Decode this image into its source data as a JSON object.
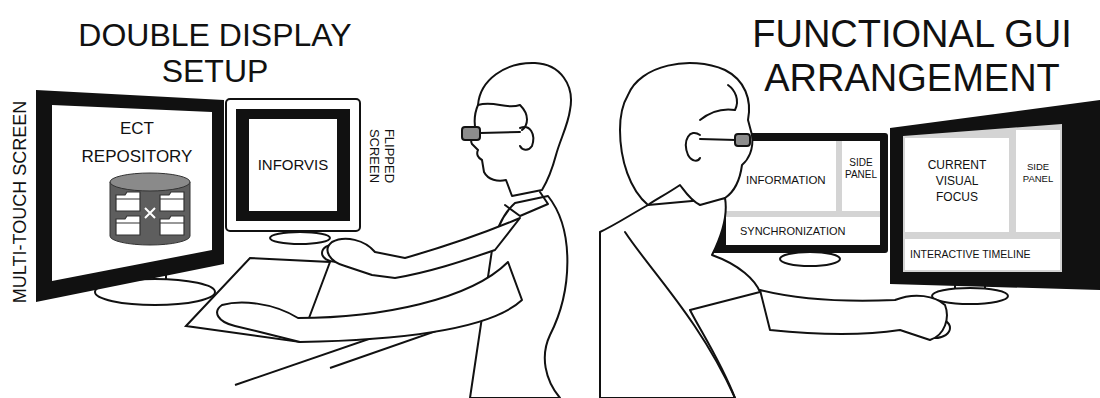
{
  "diagram": {
    "nodes": [
      {
        "text": [
          "ECT REPOSITORY"
        ]
      },
      {
        "text": [
          "INFORVIS"
        ]
      },
      {
        "text": [
          "INFORMATION"
        ]
      },
      {
        "text": [
          "SIDE PANEL"
        ]
      },
      {
        "text": [
          "SYNCHRONIZATION"
        ]
      },
      {
        "text": [
          "CURRENT VISUAL FOCUS"
        ]
      },
      {
        "text": [
          "SIDE PANEL"
        ]
      },
      {
        "text": [
          "INTERACTIVE TIMELINE"
        ]
      }
    ],
    "labels": [
      "DOUBLE DISPLAY SETUP",
      "MULTI-TOUCH SCREEN",
      "FLIPPED SCREEN",
      "FUNCTIONAL GUI ARRANGEMENT"
    ]
  }
}
